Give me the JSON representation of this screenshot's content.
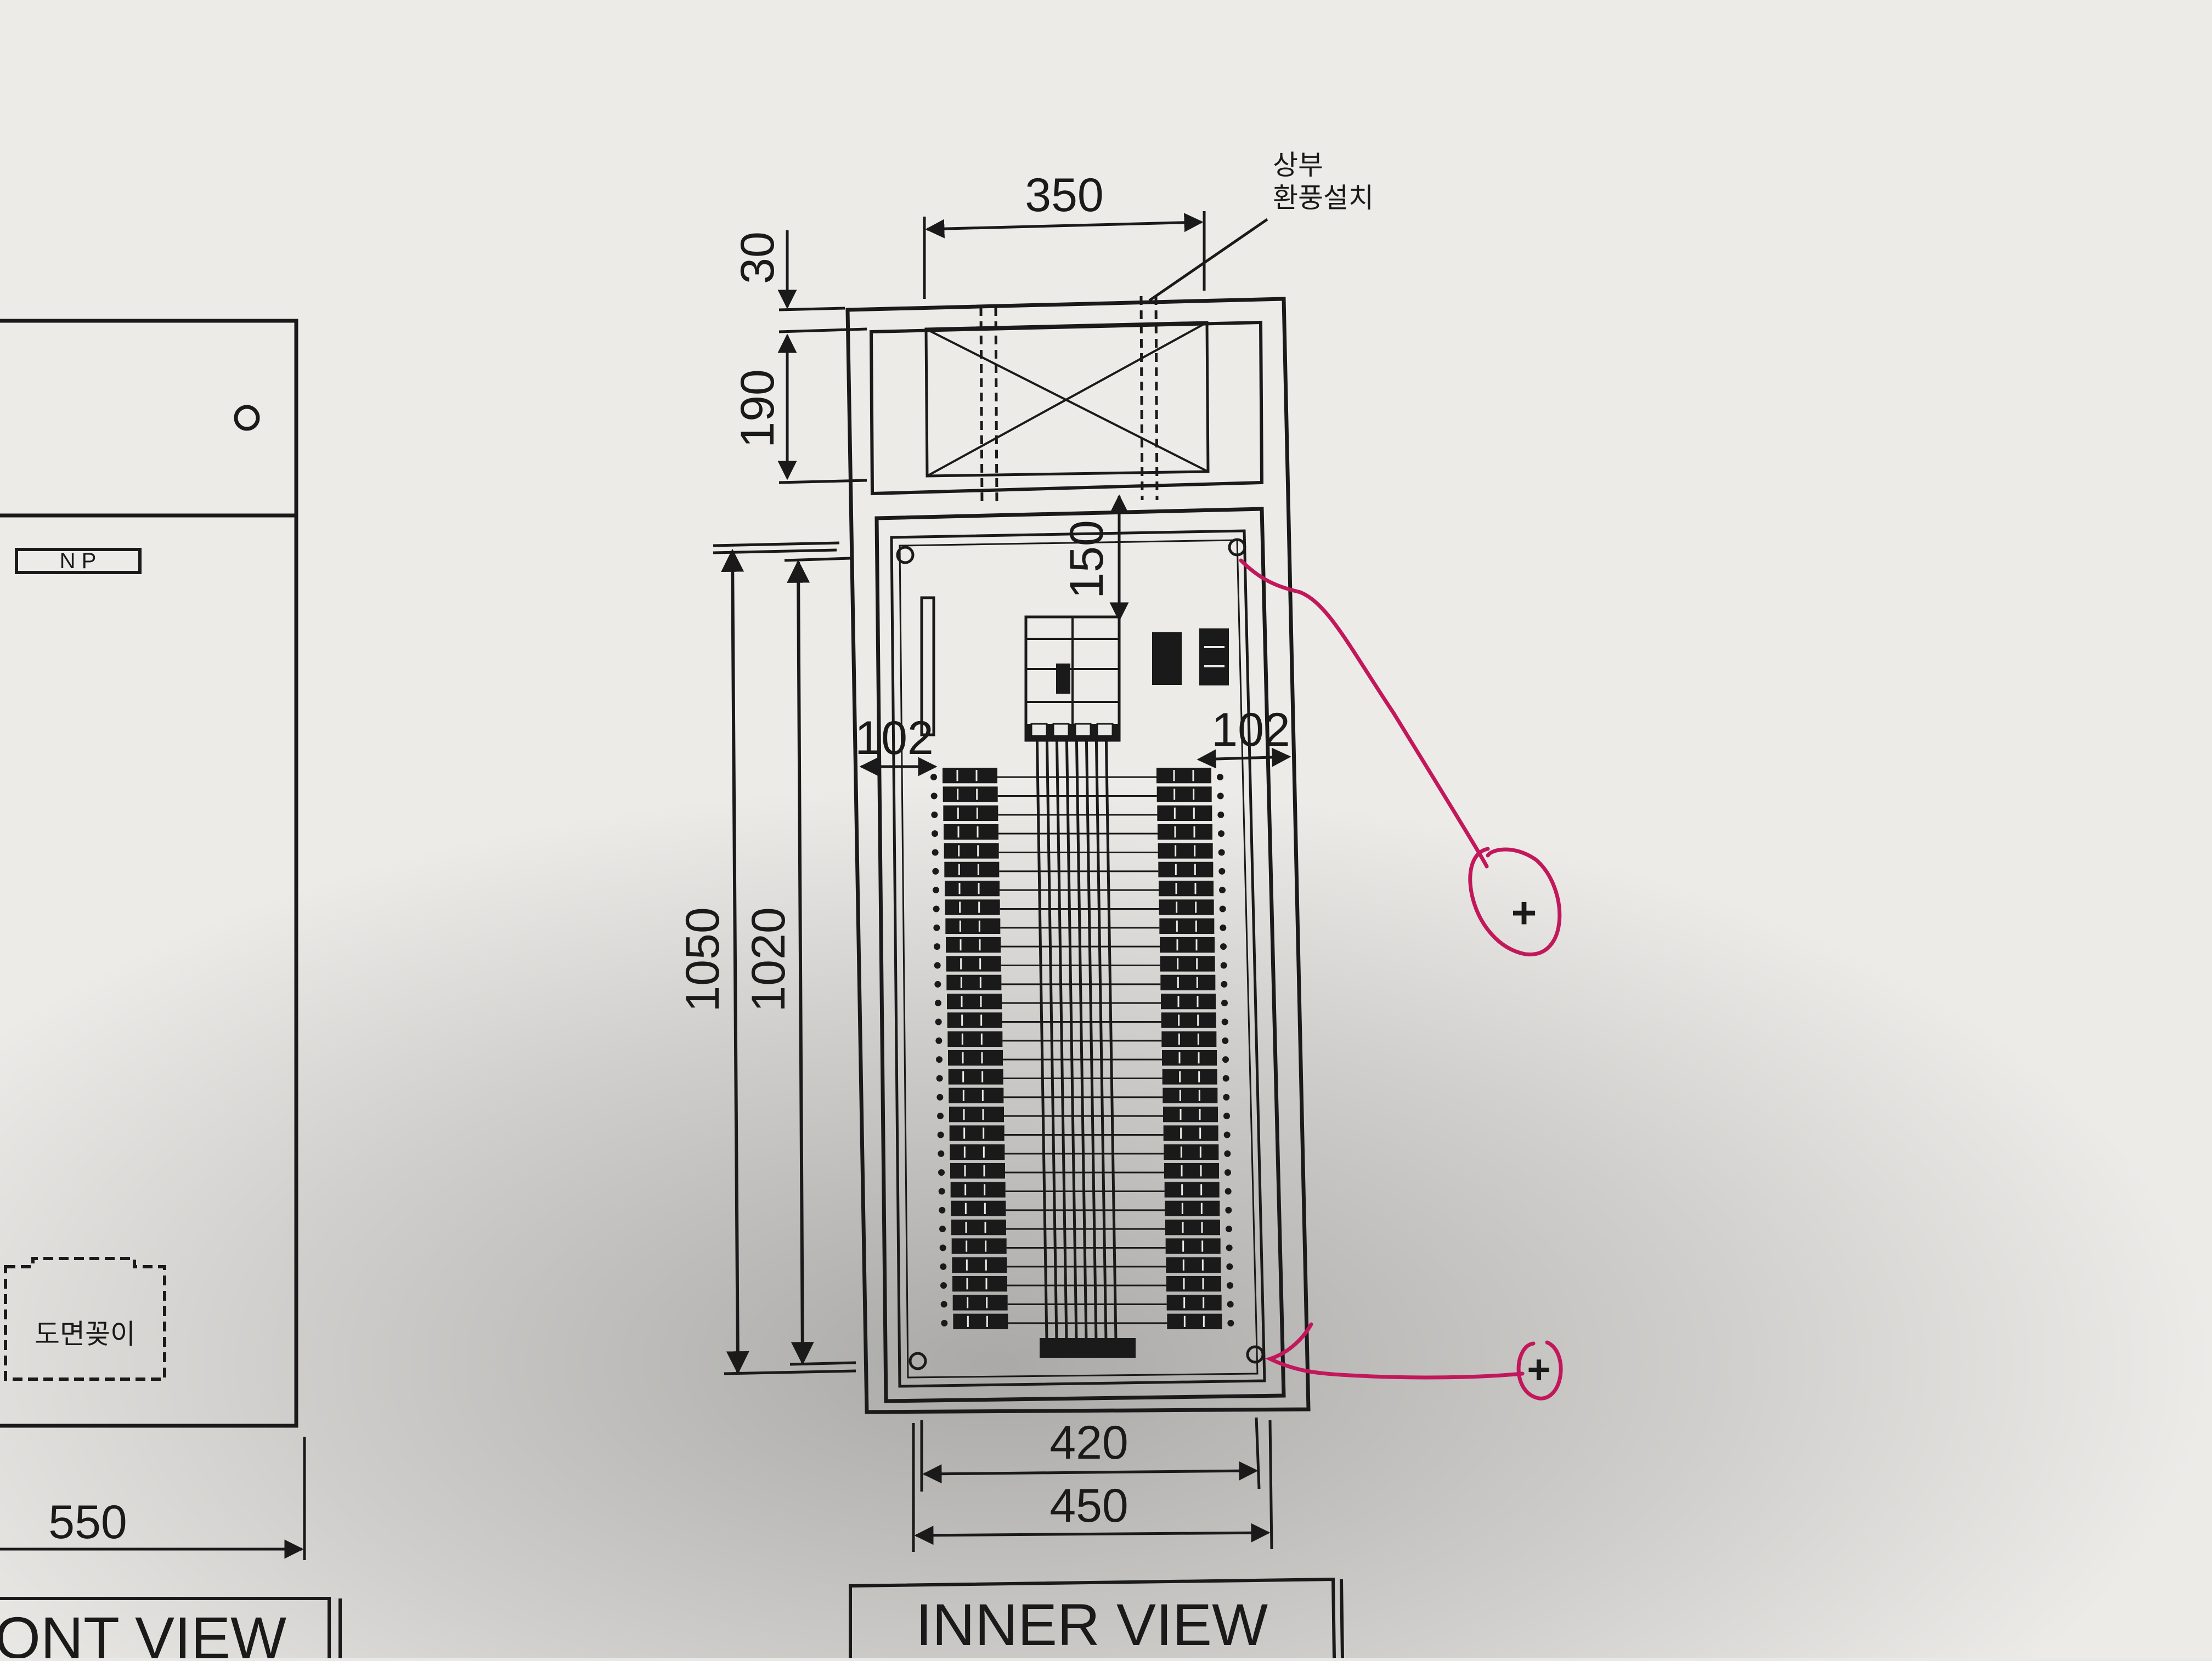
{
  "front_view": {
    "np_label": "N  P",
    "drawing_pocket_label": "도면꽂이",
    "width_dim": "550",
    "title": "ONT VIEW"
  },
  "inner_view": {
    "dim_top_width": "350",
    "dim_top_margin": "30",
    "dim_fan_height": "190",
    "dim_panel_offset": "150",
    "dim_outer_height": "1050",
    "dim_inner_height": "1020",
    "dim_left_gap": "102",
    "dim_right_gap": "102",
    "dim_inner_width": "420",
    "dim_outer_width": "450",
    "note_line1": "상부",
    "note_line2": "환풍설치",
    "title": "INNER VIEW"
  },
  "annotations": {
    "plus_symbol": "+",
    "ink_color": "#c2185b"
  },
  "colors": {
    "paper": "#e9e9e7",
    "line": "#1a1a1a"
  }
}
